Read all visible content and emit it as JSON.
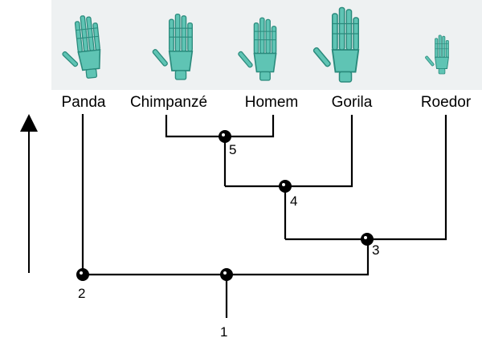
{
  "colors": {
    "line": "#000000",
    "hand_background": "#eef1f2",
    "bone_fill": "#5fc4b4",
    "bone_stroke": "#2a8a7c"
  },
  "taxa": [
    {
      "label": "Panda",
      "hand_icon": "panda-hand-icon"
    },
    {
      "label": "Chimpanzé",
      "hand_icon": "chimpanzee-hand-icon"
    },
    {
      "label": "Homem",
      "hand_icon": "human-hand-icon"
    },
    {
      "label": "Gorila",
      "hand_icon": "gorilla-hand-icon"
    },
    {
      "label": "Roedor",
      "hand_icon": "rodent-hand-icon"
    }
  ],
  "nodes": [
    "1",
    "2",
    "3",
    "4",
    "5"
  ],
  "time_arrow_icon": "arrow-up-icon"
}
